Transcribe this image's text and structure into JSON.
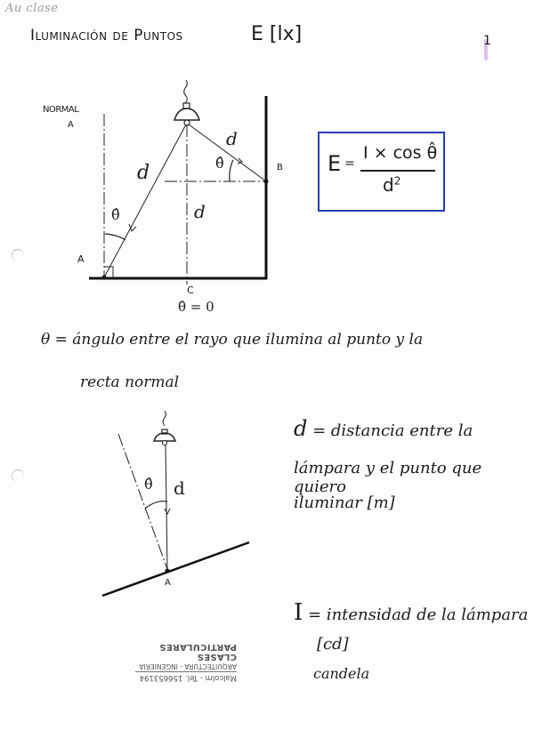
{
  "page": {
    "pencil_note": "Au clase",
    "title": "Iluminación de Puntos",
    "title_unit": "E [lx]",
    "page_number": "1"
  },
  "diagram_top": {
    "labels": {
      "normal": "NORMAL",
      "normal_point": "A",
      "point_a": "A",
      "point_b": "B",
      "point_c": "C",
      "distance_a": "d",
      "distance_b": "d",
      "distance_c": "d",
      "angle_a": "θ̂",
      "angle_b": "θ̂",
      "angle_c_caption": "θ̂ = 0"
    }
  },
  "formula": {
    "lhs": "E",
    "equals": "=",
    "numerator": "I × cos θ̂",
    "denominator_base": "d",
    "denominator_exp": "2",
    "border_color": "#2a3bb8"
  },
  "definitions": {
    "theta": {
      "line1": "θ = ángulo entre el rayo que ilumina al punto y la",
      "line2": "recta normal"
    },
    "d": {
      "symbol": "d",
      "line1": " = distancia entre la",
      "line2": "lámpara y el punto que quiero",
      "line3": "iluminar [m]"
    },
    "i": {
      "symbol": "I",
      "line1": " = intensidad de la lámpara",
      "line2": "[cd]",
      "line3": "candela"
    }
  },
  "diagram_bottom": {
    "labels": {
      "angle": "θ̂",
      "distance": "d",
      "point_a": "A"
    }
  },
  "stamp": {
    "line1": "CLASES PARTICULARES",
    "line2": "ARQUITECTURA - INGENIERIA",
    "line3": "Malcolm - Tel. 156653194"
  }
}
